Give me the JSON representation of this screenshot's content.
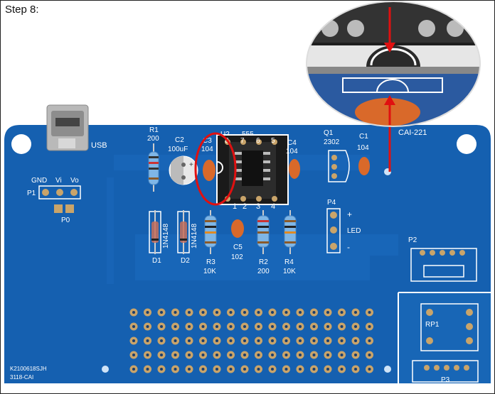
{
  "step_label": "Step 8:",
  "board_id": "CAI-221",
  "silk": {
    "usb": "USB",
    "gnd": "GND",
    "vi": "Vi",
    "vo": "Vo",
    "p1": "P1",
    "p0": "P0",
    "plus": "+",
    "minus": "-",
    "r1": "R1",
    "r1_val": "200",
    "c2": "C2",
    "c2_val": "100uF",
    "c3": "C3",
    "c3_val": "104",
    "u2": "U2",
    "ic555": "555",
    "c4": "C4",
    "c4_val": "104",
    "q1": "Q1",
    "q1_val": "2302",
    "c1": "C1",
    "c1_val": "104",
    "d1_type": "1N4148",
    "d2_type": "1N4148",
    "d1": "D1",
    "d2": "D2",
    "r3": "R3",
    "r3_val": "10K",
    "c5": "C5",
    "c5_val": "102",
    "r2": "R2",
    "r2_val": "200",
    "r4": "R4",
    "r4_val": "10K",
    "p4": "P4",
    "led": "LED",
    "p2": "P2",
    "rp1": "RP1",
    "p3": "P3",
    "serial_1": "K2100618SJH",
    "serial_2": "3118-CAI",
    "pin5": "5",
    "pin6": "6",
    "pin7": "7",
    "pin8": "8",
    "pin1": "1",
    "pin2": "2",
    "pin3": "3",
    "pin4": "4"
  },
  "colors": {
    "pcb": "#1560b0",
    "silk": "#ffffff",
    "highlight": "#e01010",
    "capacitor": "#d9692a"
  }
}
